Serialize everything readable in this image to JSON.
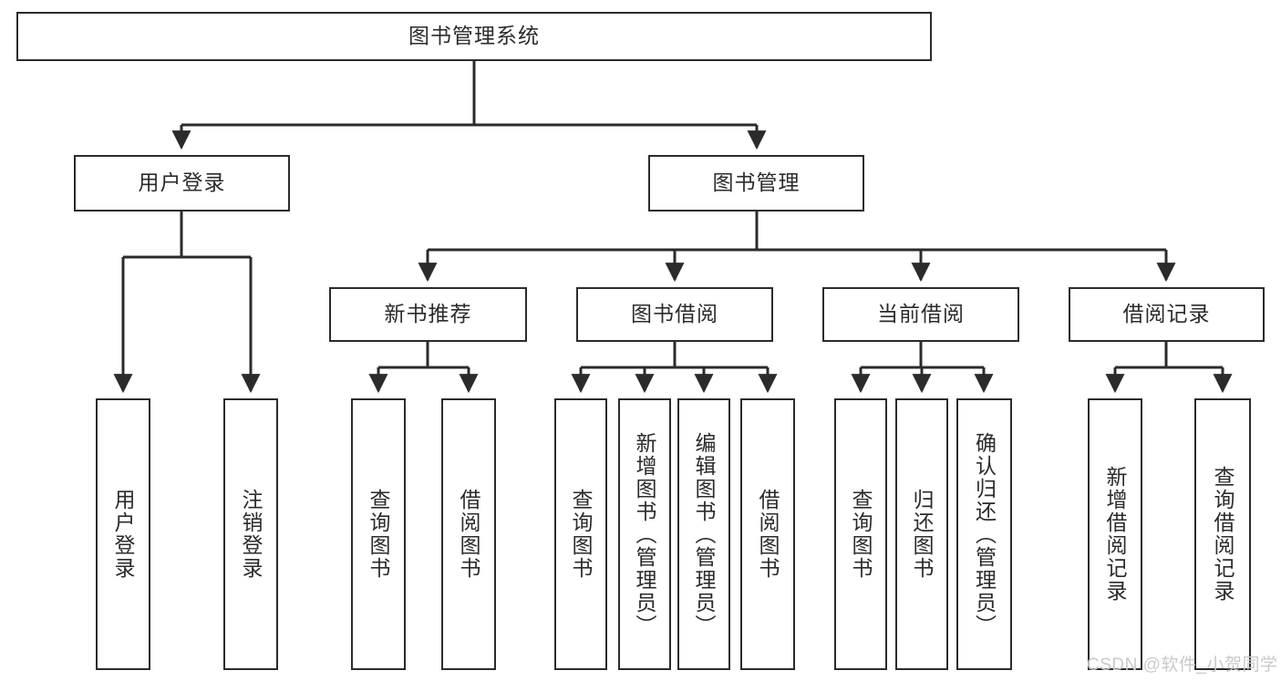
{
  "diagram": {
    "type": "tree-hierarchy",
    "title": "图书管理系统",
    "watermark": "CSDN @软件_小贺同学",
    "colors": {
      "box_border": "#2b2b2b",
      "box_fill": "#ffffff",
      "edge": "#2b2b2b",
      "text": "#2b2b2b",
      "watermark": "#c9c9c9",
      "background": "#ffffff"
    },
    "nodes": {
      "root": {
        "label": "图书管理系统",
        "orientation": "horizontal"
      },
      "level2": [
        {
          "label": "用户登录",
          "orientation": "horizontal"
        },
        {
          "label": "图书管理",
          "orientation": "horizontal"
        }
      ],
      "level3": [
        {
          "label": "新书推荐",
          "orientation": "horizontal"
        },
        {
          "label": "图书借阅",
          "orientation": "horizontal"
        },
        {
          "label": "当前借阅",
          "orientation": "horizontal"
        },
        {
          "label": "借阅记录",
          "orientation": "horizontal"
        }
      ],
      "leaves": [
        {
          "label": "用户登录",
          "orientation": "vertical",
          "parent": "用户登录"
        },
        {
          "label": "注销登录",
          "orientation": "vertical",
          "parent": "用户登录"
        },
        {
          "label": "查询图书",
          "orientation": "vertical",
          "parent": "新书推荐"
        },
        {
          "label": "借阅图书",
          "orientation": "vertical",
          "parent": "新书推荐"
        },
        {
          "label": "查询图书",
          "orientation": "vertical",
          "parent": "图书借阅"
        },
        {
          "label": "新增图书（管理员）",
          "orientation": "vertical",
          "parent": "图书借阅"
        },
        {
          "label": "编辑图书（管理员）",
          "orientation": "vertical",
          "parent": "图书借阅"
        },
        {
          "label": "借阅图书",
          "orientation": "vertical",
          "parent": "图书借阅"
        },
        {
          "label": "查询图书",
          "orientation": "vertical",
          "parent": "当前借阅"
        },
        {
          "label": "归还图书",
          "orientation": "vertical",
          "parent": "当前借阅"
        },
        {
          "label": "确认归还（管理员）",
          "orientation": "vertical",
          "parent": "当前借阅"
        },
        {
          "label": "新增借阅记录",
          "orientation": "vertical",
          "parent": "借阅记录"
        },
        {
          "label": "查询借阅记录",
          "orientation": "vertical",
          "parent": "借阅记录"
        }
      ]
    }
  }
}
